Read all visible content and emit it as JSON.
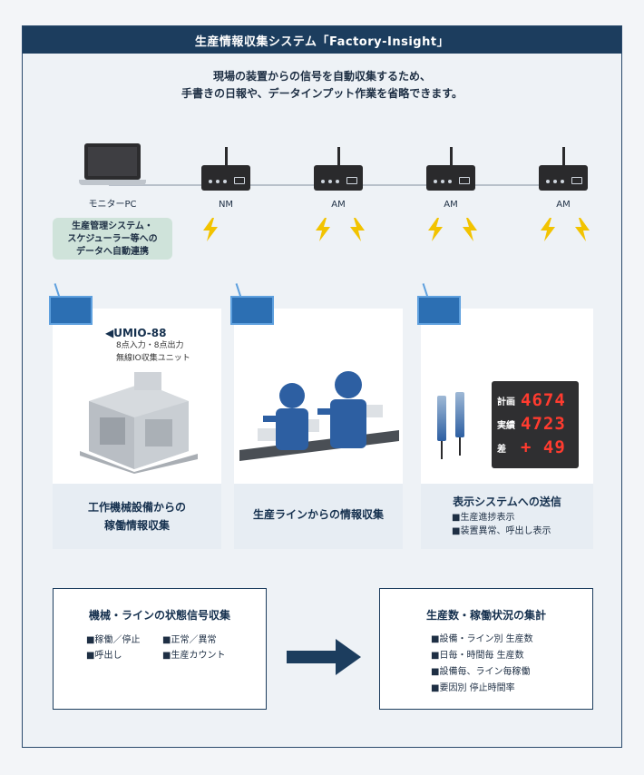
{
  "title": "生産情報収集システム「Factory-Insight」",
  "intro": {
    "line1": "現場の装置からの信号を自動収集するため、",
    "line2": "手書きの日報や、データインプット作業を省略できます。"
  },
  "network": {
    "pc_label": "モニターPC",
    "nodes": [
      {
        "label": "NM"
      },
      {
        "label": "AM"
      },
      {
        "label": "AM"
      },
      {
        "label": "AM"
      }
    ],
    "auto_link": {
      "line1": "生産管理システム・",
      "line2": "スケジューラー等への",
      "line3": "データへ自動連携"
    }
  },
  "cards": [
    {
      "title_line1": "工作機械設備からの",
      "title_line2": "稼働情報収集",
      "product": {
        "name": "UMIO-88",
        "sub1": "8点入力・8点出力",
        "sub2": "無線IO収集ユニット"
      }
    },
    {
      "title_line1": "生産ラインからの情報収集"
    },
    {
      "title_line1": "表示システムへの送信",
      "bullets": [
        "■生産進捗表示",
        "■装置異常、呼出し表示"
      ],
      "scoreboard": [
        {
          "label": "計画",
          "value": "4674"
        },
        {
          "label": "実績",
          "value": "4723"
        },
        {
          "label": "差",
          "value": "+  49"
        }
      ]
    }
  ],
  "bottom_left": {
    "title": "機械・ラインの状態信号収集",
    "items": [
      "■稼働／停止",
      "■正常／異常",
      "■呼出し",
      "■生産カウント"
    ]
  },
  "bottom_right": {
    "title": "生産数・稼働状況の集計",
    "items": [
      "■設備・ライン別 生産数",
      "■日毎・時間毎 生産数",
      "■設備毎、ライン毎稼働",
      "■要因別 停止時間率"
    ]
  },
  "colors": {
    "title_bar": "#1c3d5e",
    "accent_blue": "#2c6fb3",
    "bolt": "#f2c300",
    "led": "#ff3b2f",
    "auto_link_bg": "#cfe3da"
  }
}
